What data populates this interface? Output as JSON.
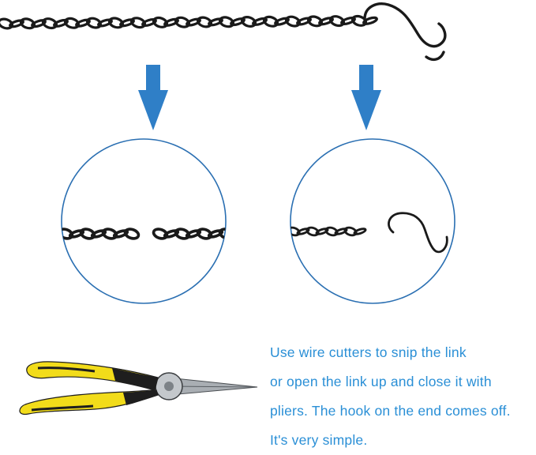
{
  "instructions": {
    "line1": "Use wire cutters to snip the link",
    "line2": "or open the link up and close it with",
    "line3": "pliers. The hook on the end comes off.",
    "line4": "It's very simple."
  },
  "colors": {
    "arrow": "#2f7fc7",
    "circle_outline": "#2a6fb2",
    "chain": "#1a1a1a",
    "text": "#2a8fd6",
    "plier_yellow": "#f2dc1a",
    "plier_black": "#1e1e1e",
    "plier_metal": "#a9aeb3"
  },
  "icons": {
    "arrow_left": "down-arrow-icon",
    "arrow_right": "down-arrow-icon",
    "tool": "pliers-icon",
    "hook": "s-hook-icon"
  }
}
